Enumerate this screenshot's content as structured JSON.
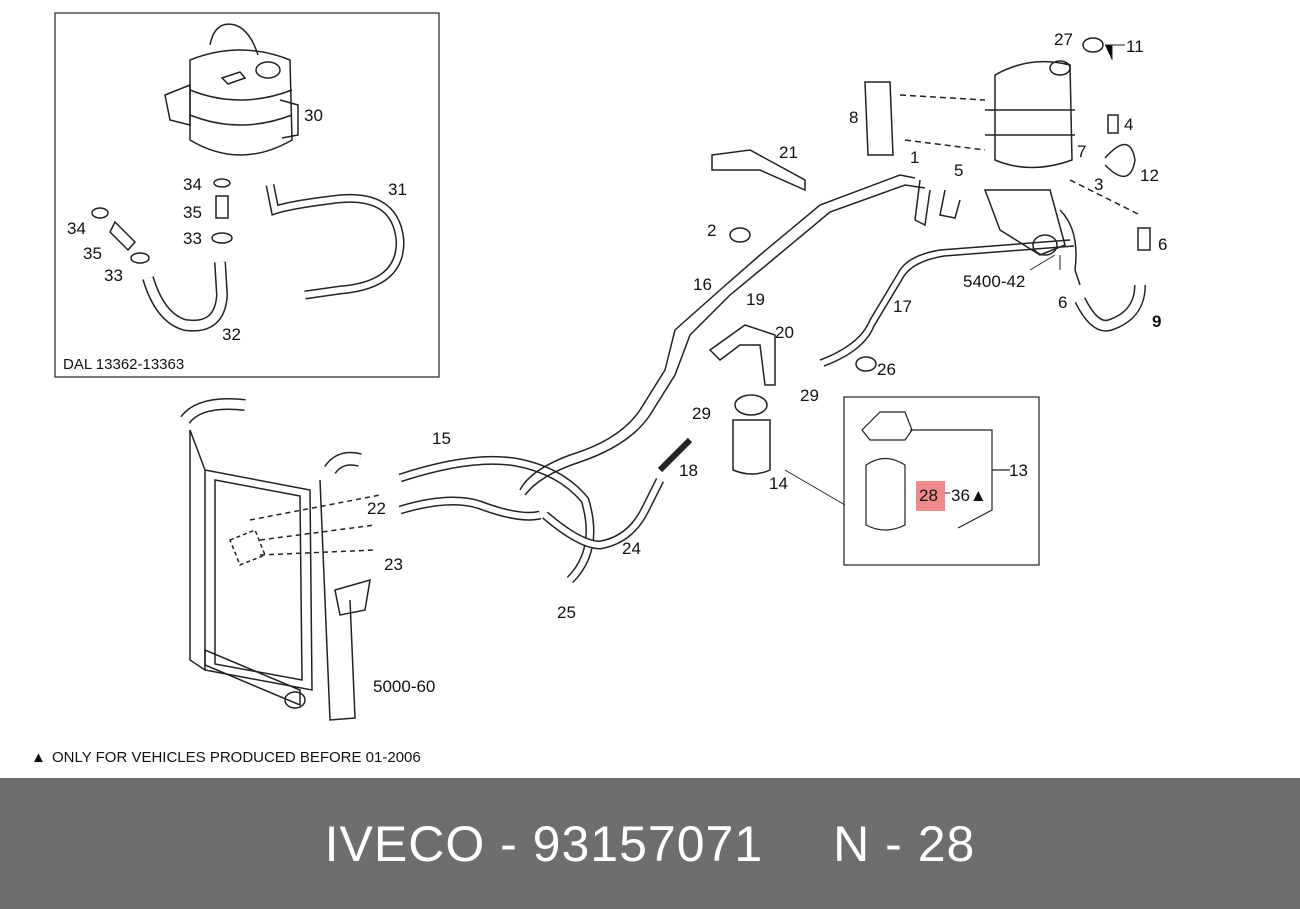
{
  "diagram": {
    "inset_caption": "DAL 13362-13363",
    "note_symbol": "▲",
    "note_text": "ONLY FOR VEHICLES PRODUCED BEFORE 01-2006",
    "ref_radiator": "5000-60",
    "ref_pump": "5400-42",
    "highlight_color": "#f08a8a",
    "labels": {
      "l1": "1",
      "l2": "2",
      "l3": "3",
      "l4": "4",
      "l5": "5",
      "l6a": "6",
      "l6b": "6",
      "l7": "7",
      "l8": "8",
      "l9": "9",
      "l11": "11",
      "l12": "12",
      "l13": "13",
      "l14": "14",
      "l15": "15",
      "l16": "16",
      "l17": "17",
      "l18": "18",
      "l19": "19",
      "l20": "20",
      "l21": "21",
      "l22": "22",
      "l23": "23",
      "l24": "24",
      "l25": "25",
      "l26": "26",
      "l27": "27",
      "l28": "28",
      "l29a": "29",
      "l29b": "29",
      "l30": "30",
      "l31": "31",
      "l32": "32",
      "l33a": "33",
      "l33b": "33",
      "l34a": "34",
      "l34b": "34",
      "l35a": "35",
      "l35b": "35",
      "l36": "36▲"
    }
  },
  "footer": {
    "brand_part": "IVECO - 93157071",
    "position": "N - 28"
  }
}
